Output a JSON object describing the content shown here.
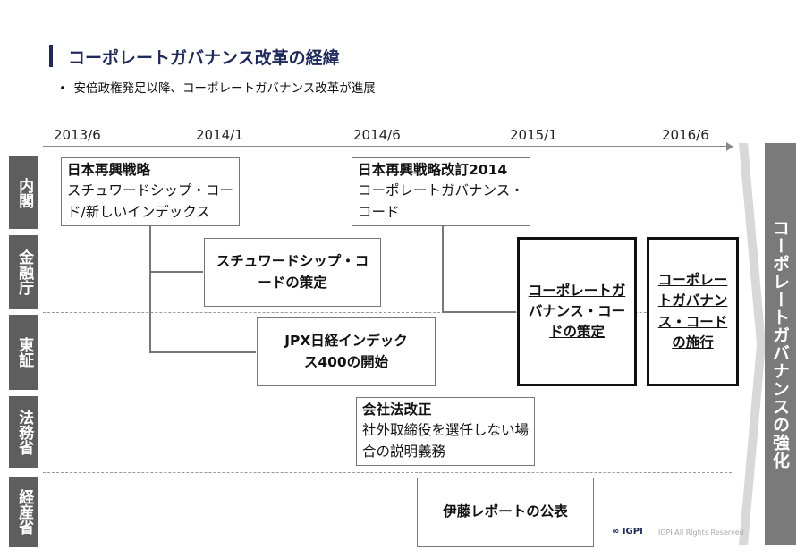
{
  "header": {
    "title": "コーポレートガバナンス改革の経緯",
    "bullet": "安倍政権発足以降、コーポレートガバナンス改革が進展"
  },
  "timeline": [
    "2013/6",
    "2014/1",
    "2014/6",
    "2015/1",
    "2016/6"
  ],
  "rows": [
    "内閣",
    "金融庁",
    "東証",
    "法務省",
    "経産省"
  ],
  "boxes": {
    "cabinet_2013": {
      "title": "日本再興戦略",
      "body": "スチュワードシップ・コード/新しいインデックス"
    },
    "cabinet_2014": {
      "title": "日本再興戦略改訂2014",
      "body": "コーポレートガバナンス・コード"
    },
    "fsa_stewardship": "スチュワードシップ・コードの策定",
    "tse_jpx": "JPX日経インデックス400の開始",
    "cg_code_formulation": "コーポレートガバナンス・コードの策定",
    "cg_code_enforcement": "コーポレートガバナンス・コードの施行",
    "moj_companies_act": {
      "title": "会社法改正",
      "body": "社外取締役を選任しない場合の説明義務"
    },
    "meti_ito": "伊藤レポートの公表"
  },
  "side_label": "コーポレートガバナンスの強化",
  "footer": {
    "logo": "IGPI",
    "copyright": "IGPI All Rights Reserved"
  }
}
